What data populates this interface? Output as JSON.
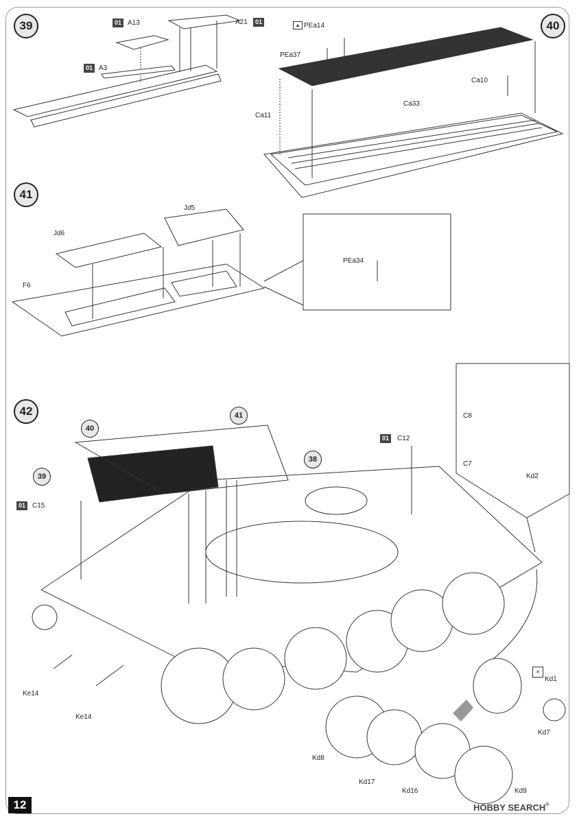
{
  "page_number": "12",
  "watermark": {
    "brand": "HOBBY SEARCH",
    "reg": "®"
  },
  "steps": {
    "s39": "39",
    "s40": "40",
    "s41": "41",
    "s42": "42"
  },
  "callouts": {
    "c40": "40",
    "c41": "41",
    "c39": "39",
    "c38": "38"
  },
  "badge": "01",
  "labels": {
    "A13": "A13",
    "A21": "A21",
    "A3": "A3",
    "PEa14": "PEa14",
    "PEa37": "PEa37",
    "Ca10": "Ca10",
    "Ca33": "Ca33",
    "Ca11": "Ca11",
    "Jd5": "Jd5",
    "Jd6": "Jd6",
    "F6": "F6",
    "PEa34": "PEa34",
    "C12": "C12",
    "C15": "C15",
    "C8": "C8",
    "C7": "C7",
    "Kd2": "Kd2",
    "Ke14a": "Ke14",
    "Ke14b": "Ke14",
    "Kd1": "Kd1",
    "Kd7": "Kd7",
    "Kd8": "Kd8",
    "Kd17": "Kd17",
    "Kd16": "Kd16",
    "Kd9": "Kd9"
  }
}
